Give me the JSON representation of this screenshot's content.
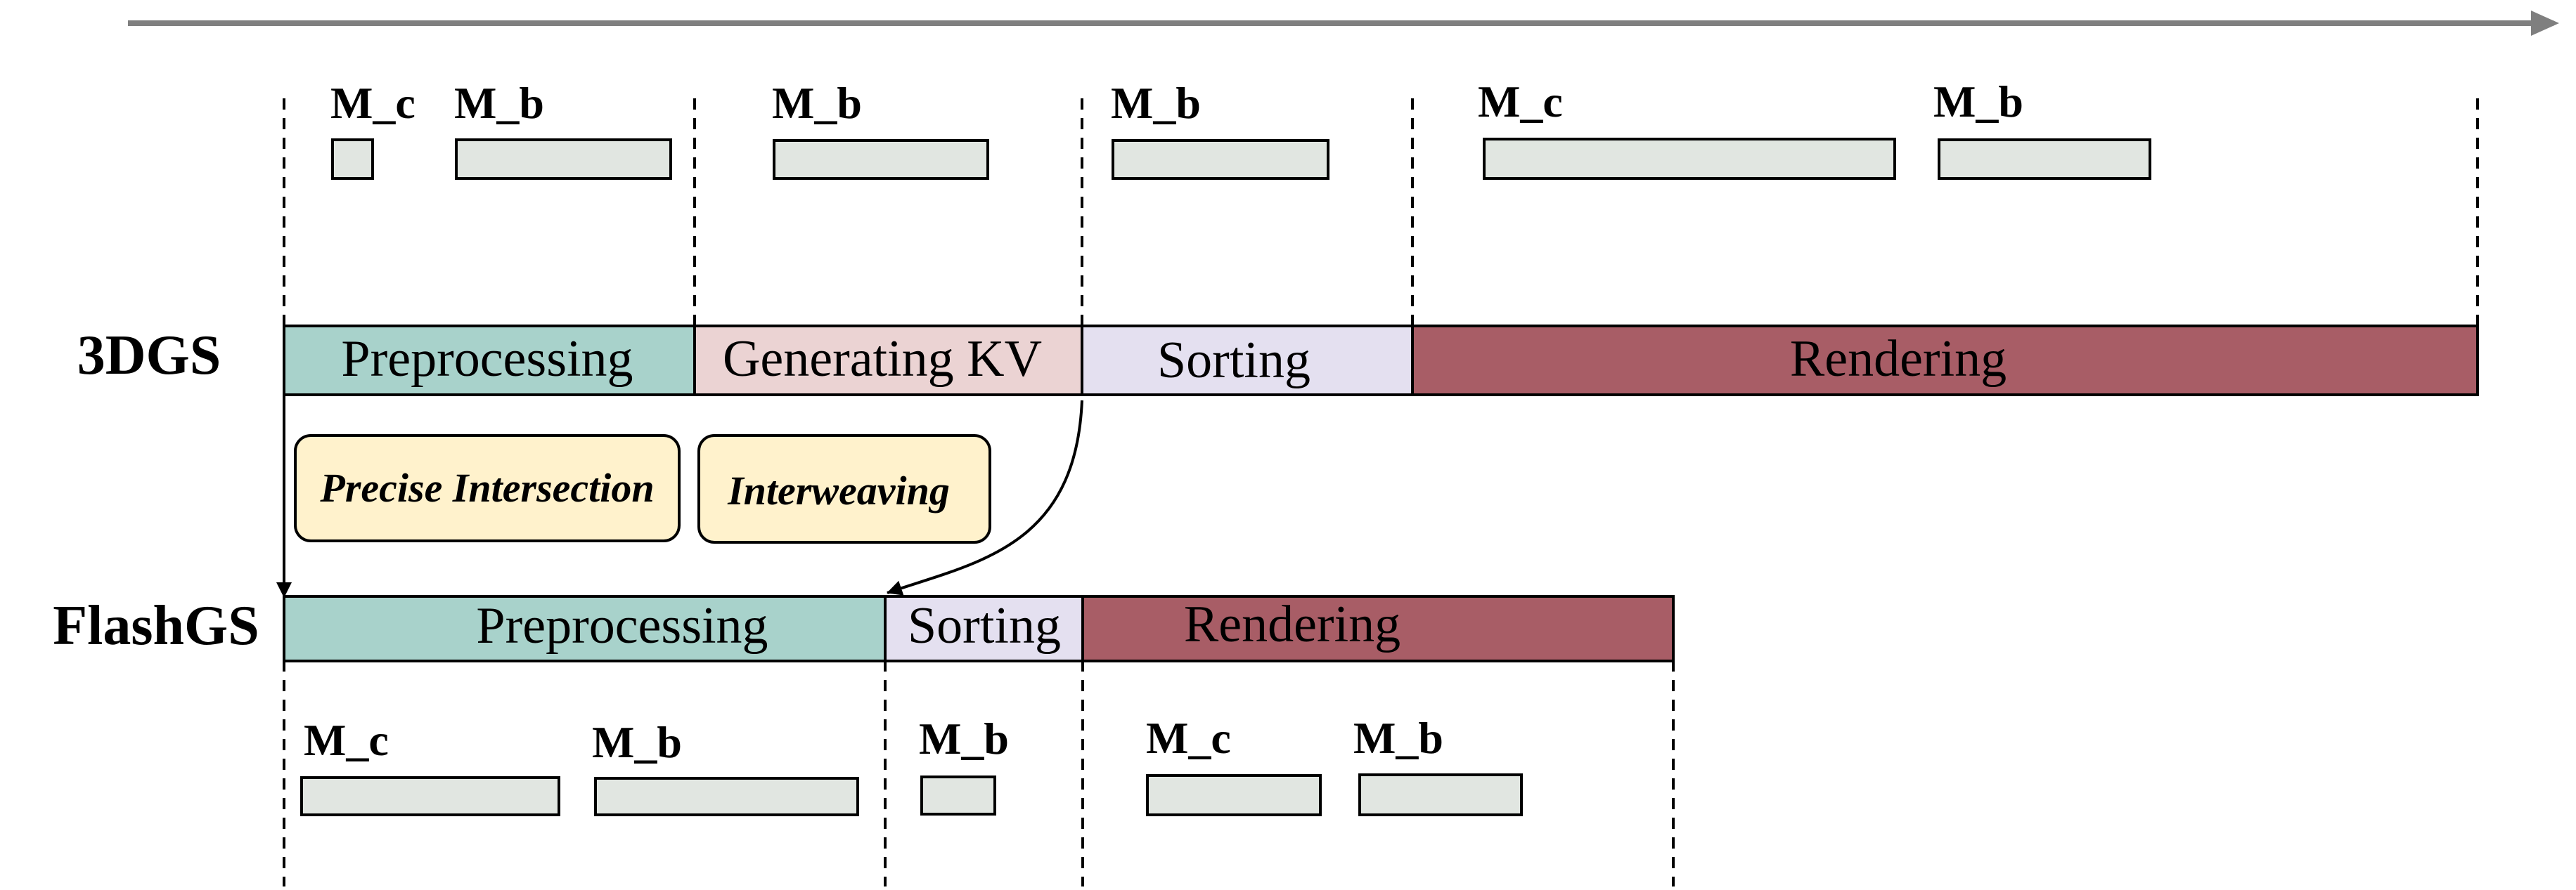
{
  "rows": {
    "top": {
      "label": "3DGS"
    },
    "bottom": {
      "label": "FlashGS"
    }
  },
  "stages": {
    "top": [
      {
        "label": "Preprocessing",
        "color": "#a8d2cb"
      },
      {
        "label": "Generating KV",
        "color": "#ebd3d3"
      },
      {
        "label": "Sorting",
        "color": "#e4e0f0"
      },
      {
        "label": "Rendering",
        "color": "#a85d66"
      }
    ],
    "bottom": [
      {
        "label": "Preprocessing",
        "color": "#a8d2cb"
      },
      {
        "label": "Sorting",
        "color": "#e4e0f0"
      },
      {
        "label": "Rendering",
        "color": "#a85d66"
      }
    ]
  },
  "optimizations": [
    {
      "label": "Precise Intersection"
    },
    {
      "label": "Interweaving"
    }
  ],
  "memory_accesses": {
    "top": [
      "M_c",
      "M_b",
      "M_b",
      "M_b",
      "M_c",
      "M_b"
    ],
    "bottom": [
      "M_c",
      "M_b",
      "M_b",
      "M_c",
      "M_b"
    ]
  },
  "colors": {
    "memory_block": "#e1e6e1",
    "optimization_box": "#fff2cc",
    "line": "#000000",
    "timeline": "#7f7f7f"
  }
}
